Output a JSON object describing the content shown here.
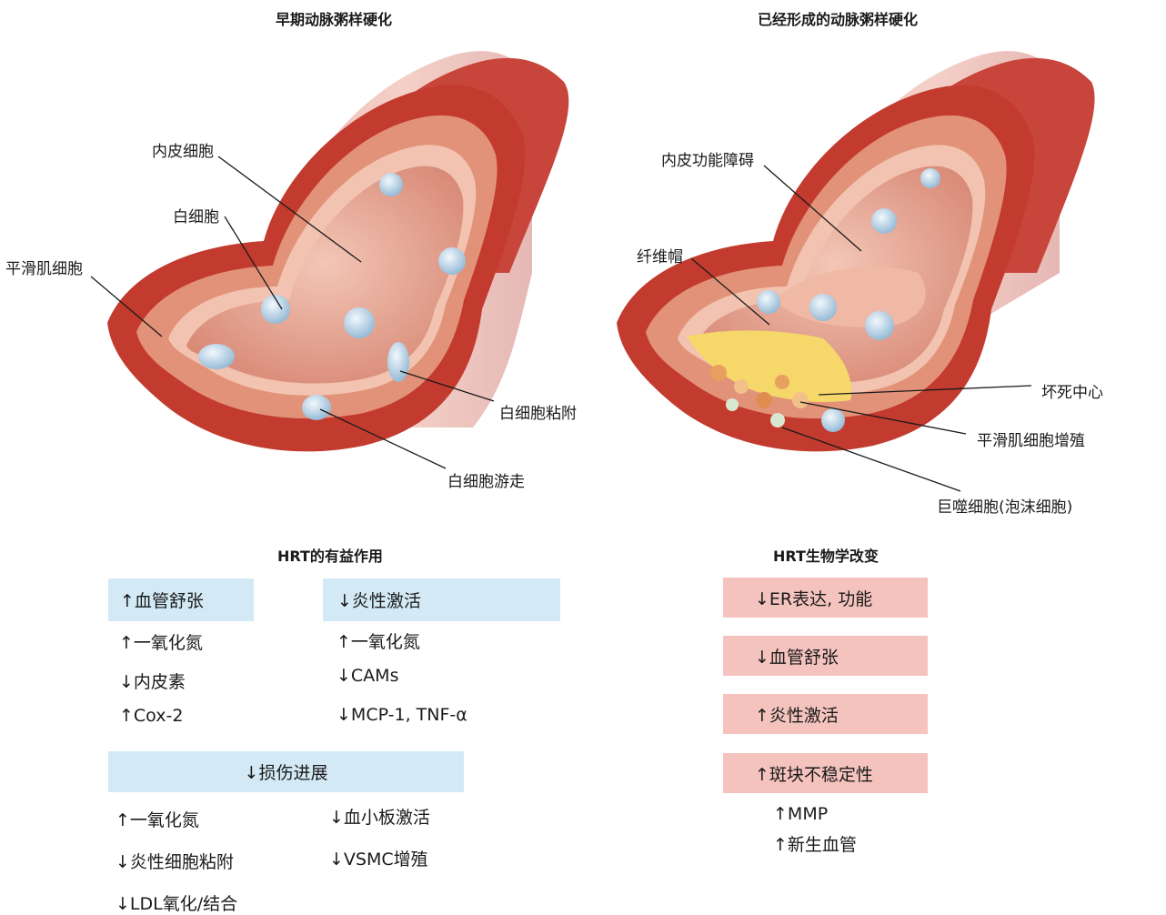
{
  "top": {
    "left_title": "早期动脉粥样硬化",
    "right_title": "已经形成的动脉粥样硬化",
    "left_labels": {
      "endothelial": "内皮细胞",
      "leukocyte": "白细胞",
      "smooth_muscle": "平滑肌细胞",
      "adhesion": "白细胞粘附",
      "migration": "白细胞游走"
    },
    "right_labels": {
      "dysfunction": "内皮功能障碍",
      "fibrous_cap": "纤维帽",
      "necrotic_core": "坏死中心",
      "smc_proliferation": "平滑肌细胞增殖",
      "macrophage": "巨噬细胞(泡沫细胞)"
    }
  },
  "benefits": {
    "title": "HRT的有益作用",
    "vaso": {
      "header": "↑血管舒张",
      "items": [
        "↑一氧化氮",
        "↓内皮素",
        "↑Cox-2"
      ]
    },
    "inflam": {
      "header": "↓炎性激活",
      "items": [
        "↑一氧化氮",
        "↓CAMs",
        "↓MCP-1, TNF-α"
      ]
    },
    "lesion": {
      "header": "↓损伤进展",
      "left_items": [
        "↑一氧化氮",
        "↓炎性细胞粘附",
        "↓LDL氧化/结合"
      ],
      "right_items": [
        "↓血小板激活",
        "↓VSMC增殖"
      ]
    }
  },
  "bio": {
    "title": "HRT生物学改变",
    "boxes": [
      "↓ER表达, 功能",
      "↓血管舒张",
      "↑炎性激活",
      "↑斑块不稳定性"
    ],
    "sub_items": [
      "↑MMP",
      "↑新生血管"
    ]
  },
  "colors": {
    "vessel_dark": "#b8322b",
    "vessel_outer": "#d8614e",
    "intima": "#f0b8a6",
    "lumen": "#e5a595",
    "cell": "#c4dcec",
    "plaque": "#f5d76a",
    "blue_box": "#d3eaf6",
    "pink_box": "#f4c3bd"
  }
}
